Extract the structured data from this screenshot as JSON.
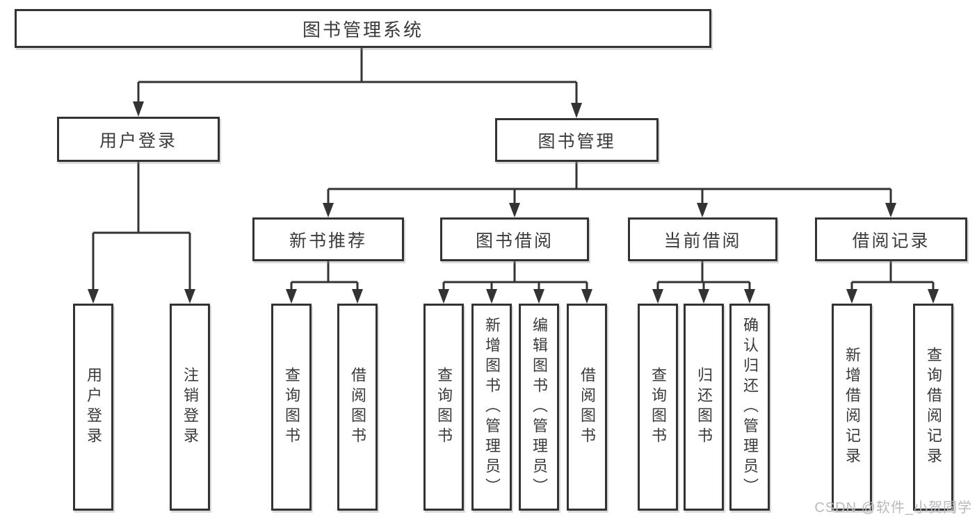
{
  "tree": {
    "root": {
      "label": "图书管理系统"
    },
    "branches": [
      {
        "label": "用户登录",
        "children": [
          {
            "label": "用户登录"
          },
          {
            "label": "注销登录"
          }
        ]
      },
      {
        "label": "图书管理",
        "groups": [
          {
            "label": "新书推荐",
            "children": [
              {
                "label": "查询图书"
              },
              {
                "label": "借阅图书"
              }
            ]
          },
          {
            "label": "图书借阅",
            "children": [
              {
                "label": "查询图书"
              },
              {
                "label": "新增图书（管理员）"
              },
              {
                "label": "编辑图书（管理员）"
              },
              {
                "label": "借阅图书"
              }
            ]
          },
          {
            "label": "当前借阅",
            "children": [
              {
                "label": "查询图书"
              },
              {
                "label": "归还图书"
              },
              {
                "label": "确认归还（管理员）"
              }
            ]
          },
          {
            "label": "借阅记录",
            "children": [
              {
                "label": "新增借阅记录"
              },
              {
                "label": "查询借阅记录"
              }
            ]
          }
        ]
      }
    ]
  },
  "watermark": {
    "text": "CSDN @软件_小贺同学"
  },
  "colors": {
    "line": "#333333",
    "text": "#3a3a3a",
    "background": "#ffffff",
    "watermark": "#b9b9be"
  }
}
